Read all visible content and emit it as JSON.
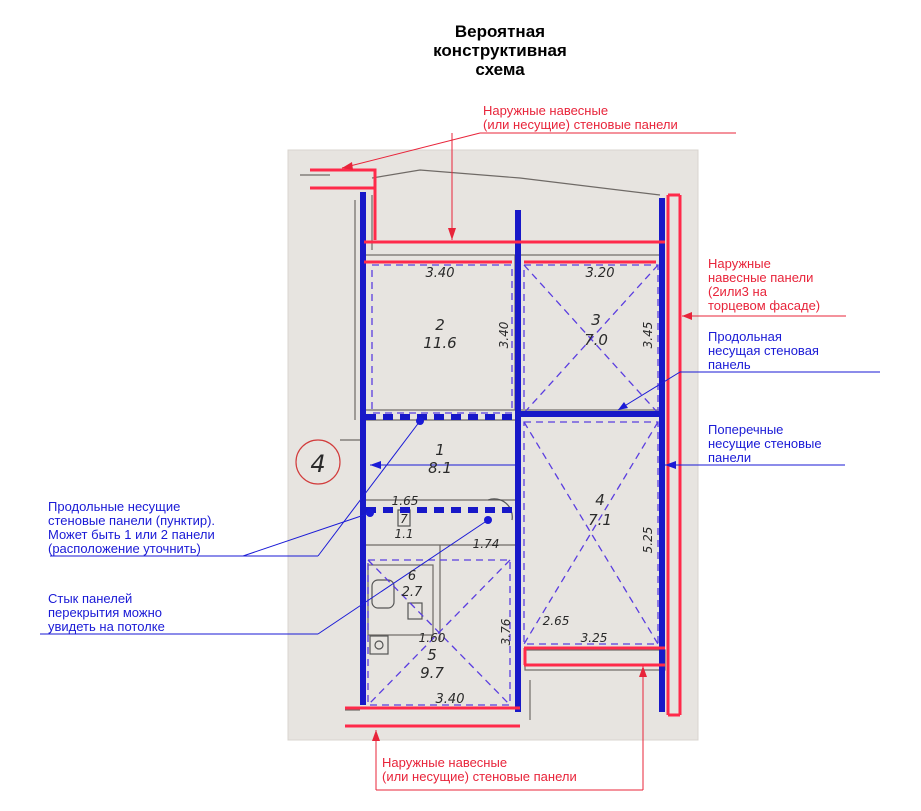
{
  "title": {
    "line1": "Вероятная",
    "line2": "конструктивная",
    "line3": "схема"
  },
  "annotations": {
    "top_outer": {
      "line1": "Наружные навесные",
      "line2": "(или несущие) стеновые панели"
    },
    "right_outer": {
      "line1": "Наружные",
      "line2": "навесные панели",
      "line3": "(2или3 на",
      "line4": "торцевом фасаде)"
    },
    "longitudinal": {
      "line1": "Продольная",
      "line2": "несущая стеновая",
      "line3": "панель"
    },
    "transverse": {
      "line1": "Поперечные",
      "line2": "несущие стеновые",
      "line3": "панели"
    },
    "dotted_longitudinal": {
      "line1": "Продольные несущие",
      "line2": "стеновые панели (пунктир).",
      "line3": "Может быть 1 или 2 панели",
      "line4": "(расположение уточнить)"
    },
    "slab_joint": {
      "line1": "Стык панелей",
      "line2": "перекрытия можно",
      "line3": "увидеть на потолке"
    },
    "bottom_outer": {
      "line1": "Наружные навесные",
      "line2": "(или несущие) стеновые панели"
    }
  },
  "plan_labels": {
    "room2_number": "2",
    "room2_area": "11.6",
    "room3_number": "3",
    "room3_area": "7.0",
    "room1_number": "1",
    "room1_area": "8.1",
    "room4_number": "4",
    "room4_area": "7.1",
    "room5_number": "5",
    "room5_area": "9.7",
    "room6_number": "6",
    "room6_area": "2.7",
    "room7_number": "7",
    "room7_area": "1.1",
    "dim_340_top": "3.40",
    "dim_320_top": "3.20",
    "dim_340_side": "3.40",
    "dim_345": "3.45",
    "dim_525": "5.25",
    "dim_165": "1.65",
    "dim_174": "1.74",
    "dim_376": "3.76",
    "dim_265": "2.65",
    "dim_325": "3.25",
    "dim_160": "1.60",
    "dim_340_bottom": "3.40",
    "section_mark": "4"
  },
  "colors": {
    "annotation_red": "#e8243a",
    "annotation_blue": "#1a1ad6",
    "wall_blue": "#1818c8",
    "outer_red": "#ff2a4a",
    "paper": "#e9e6e2"
  }
}
